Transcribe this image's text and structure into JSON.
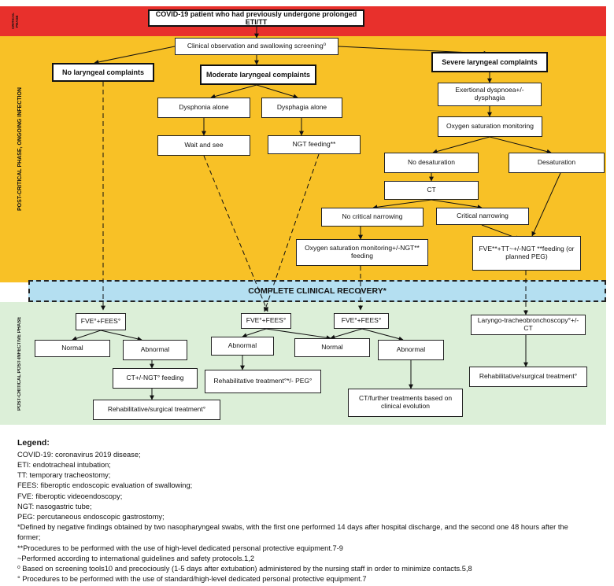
{
  "phases": {
    "critical": "CRITICAL PHASE",
    "post_critical": "POST-CRITICAL PHASE, ONGOING INFECTION",
    "post_infective": "POST-CRITICAL POST-INFECTIVE PHASE"
  },
  "nodes": {
    "root": "COVID-19 patient who had previously undergone prolonged ETI/TT",
    "screening": "Clinical observation and swallowing screening⁰",
    "no_complaints": "No laryngeal complaints",
    "moderate": "Moderate laryngeal complaints",
    "severe": "Severe laryngeal complaints",
    "dysphonia": "Dysphonia alone",
    "dysphagia": "Dysphagia alone",
    "wait_see": "Wait and see",
    "ngt_feeding": "NGT feeding**",
    "exertional": "Exertional dyspnoea+/-dysphagia",
    "oxy_monitor": "Oxygen saturation monitoring",
    "no_desat": "No desaturation",
    "desat": "Desaturation",
    "ct": "CT",
    "no_narrow": "No critical narrowing",
    "critical_narrow": "Critical narrowing",
    "oxy_ngt": "Oxygen saturation monitoring+/-NGT** feeding",
    "fve_tt": "FVE**+TT~+/-NGT **feeding (or planned PEG)",
    "recovery": "COMPLETE CLINICAL RECOVERY*",
    "fve1": "FVE°+FEES°",
    "fve2": "FVE°+FEES°",
    "fve3": "FVE°+FEES°",
    "normal1": "Normal",
    "abnormal1": "Abnormal",
    "abnormal2": "Abnormal",
    "normal2": "Normal",
    "abnormal3": "Abnormal",
    "ct_ngt": "CT+/-NGT° feeding",
    "rehab1": "Rehabilitative/surgical treatment°",
    "rehab_peg": "Rehabilitative treatment°*/- PEG°",
    "ct_further": "CT/further treatments based on clinical evolution",
    "laryngo": "Laryngo-tracheobronchoscopy°+/-CT",
    "rehab2": "Rehabilitative/surgical treatment°"
  },
  "legend": {
    "title": "Legend:",
    "items": [
      "COVID-19: coronavirus 2019 disease;",
      "ETI: endotracheal intubation;",
      "TT: temporary tracheostomy;",
      "FEES: fiberoptic endoscopic evaluation of swallowing;",
      "FVE: fiberoptic videoendoscopy;",
      "NGT: nasogastric tube;",
      "PEG: percutaneous endoscopic gastrostomy;",
      "*Defined by negative findings obtained by two nasopharyngeal swabs, with the first one performed 14 days after hospital discharge, and the second one 48 hours after the former;",
      "**Procedures to be performed with the use of high-level dedicated personal protective equipment.7-9",
      "~Performed according to international guidelines and safety protocols.1,2",
      "⁰ Based on screening tools10 and precociously (1-5 days after extubation) administered by the nursing staff in order to minimize contacts.5,8",
      "° Procedures to be performed with the use of standard/high-level dedicated personal protective equipment.7"
    ]
  },
  "colors": {
    "critical": "#e8302c",
    "post_critical": "#f8c126",
    "recovery": "#b4dff1",
    "post_infective": "#dcefd8"
  }
}
